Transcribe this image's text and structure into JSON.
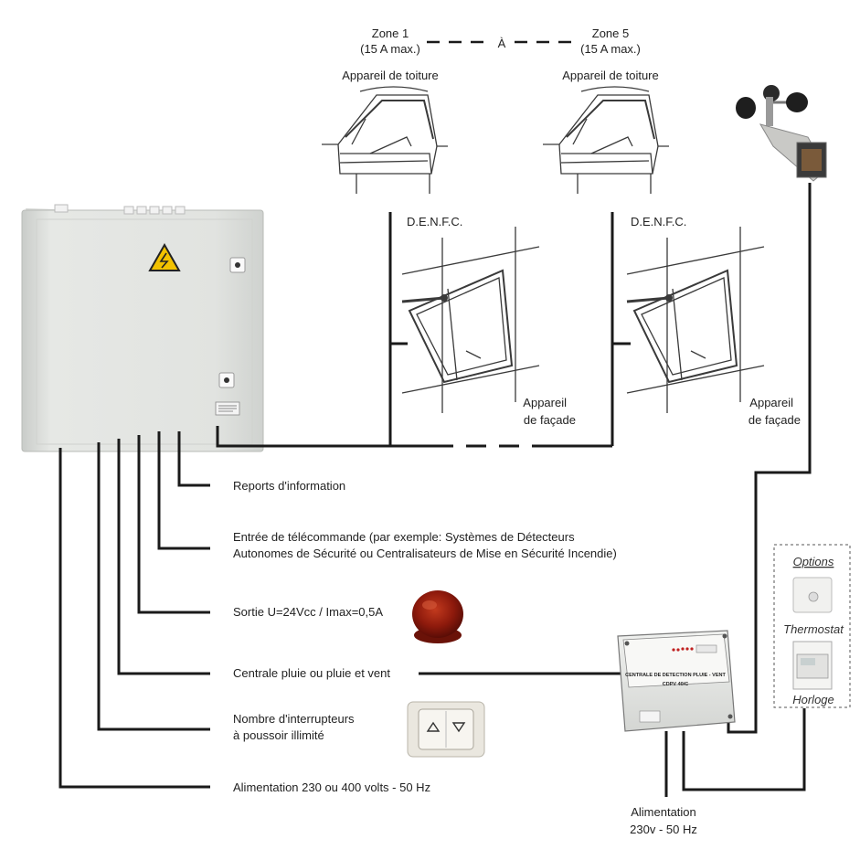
{
  "zones": {
    "zone1_title": "Zone 1",
    "zone1_sub": "(15 A max.)",
    "zone5_title": "Zone 5",
    "zone5_sub": "(15 A max.)",
    "between": "À"
  },
  "roof_device_label": "Appareil de toiture",
  "denfc_label": "D.E.N.F.C.",
  "facade_label_line1": "Appareil",
  "facade_label_line2": "de façade",
  "outputs": [
    "Reports d'information",
    "Entrée de télécommande (par exemple: Systèmes de Détecteurs",
    "Autonomes de Sécurité ou Centralisateurs de Mise en Sécurité Incendie)",
    "Sortie U=24Vcc / Imax=0,5A",
    "Centrale pluie ou pluie et vent",
    "Nombre d'interrupteurs",
    "à poussoir illimité",
    "Alimentation 230 ou 400 volts - 50 Hz"
  ],
  "options": {
    "title": "Options",
    "thermostat": "Thermostat",
    "horloge": "Horloge"
  },
  "rain_unit": {
    "line1": "CENTRALE DE DETECTION PLUIE - VENT",
    "line2": "CDPV 40/C"
  },
  "power_supply": {
    "line1": "Alimentation",
    "line2": "230v  - 50 Hz"
  },
  "colors": {
    "wire": "#1a1a1a",
    "cabinet": "#e2e4e1",
    "warning": "#f2c200",
    "beacon": "#8e1a0c"
  },
  "icons": [
    "warning-triangle-icon",
    "up-arrow-icon",
    "down-arrow-icon"
  ]
}
